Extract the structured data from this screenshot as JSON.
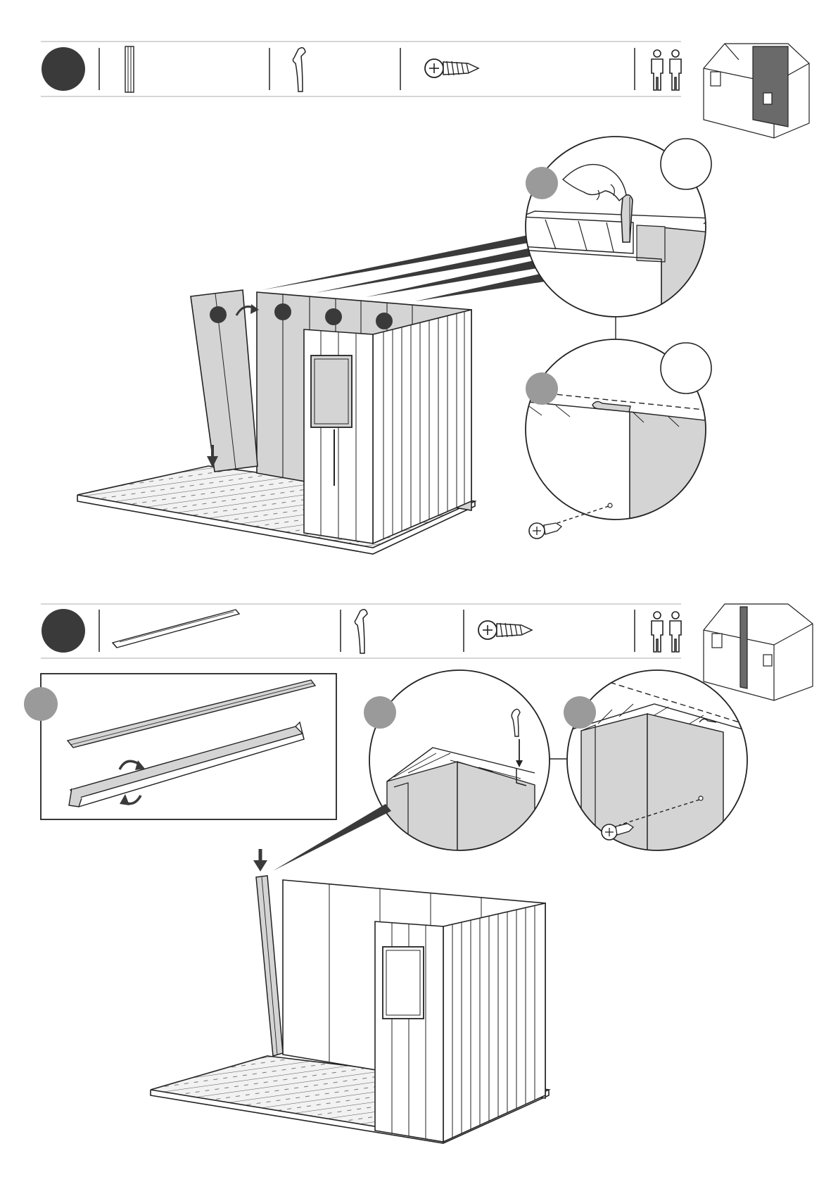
{
  "colors": {
    "panel_fill": "#d4d4d4",
    "dark_fill": "#3a3a3a",
    "callout_grey": "#9a9a9a",
    "line": "#1a1a1a",
    "rule": "#bdbdbd"
  },
  "step_1": {
    "parts": [
      {
        "icon": "wall-panel-icon"
      },
      {
        "icon": "h-clip-icon"
      },
      {
        "icon": "screw-icon"
      }
    ],
    "people_icon": "two-persons-icon",
    "location_icon": "shed-location-icon",
    "detail_callouts": 2,
    "panel_markers": 4
  },
  "step_2": {
    "parts": [
      {
        "icon": "corner-profile-icon"
      },
      {
        "icon": "h-clip-icon"
      },
      {
        "icon": "screw-icon"
      }
    ],
    "people_icon": "two-persons-icon",
    "location_icon": "shed-location-icon",
    "detail_callouts": 3
  }
}
